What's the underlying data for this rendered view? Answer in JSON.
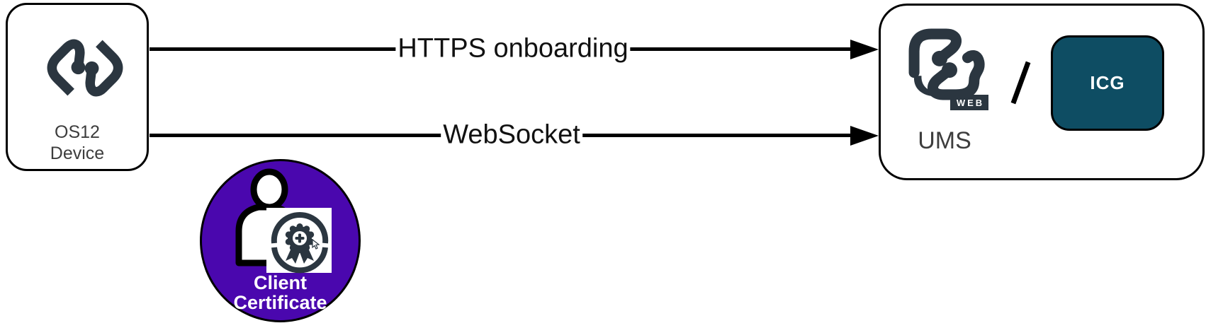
{
  "device_box": {
    "label_line1": "OS12",
    "label_line2": "Device"
  },
  "arrows": [
    {
      "label": "HTTPS onboarding"
    },
    {
      "label": "WebSocket"
    }
  ],
  "server_box": {
    "label": "UMS",
    "logo_badge": "WEB",
    "separator": "/",
    "icg_label": "ICG"
  },
  "certificate": {
    "label_line1": "Client",
    "label_line2": "Certificate"
  },
  "icons": {
    "device_logo": "igel-os-diamond-logo-icon",
    "server_logo": "igel-ums-web-logo-icon",
    "person": "person-icon",
    "seal": "certificate-seal-icon",
    "cursor": "mouse-cursor-icon"
  },
  "colors": {
    "logo_dark": "#2B3640",
    "icg_teal": "#0E4D63",
    "certificate_purple": "#4A07AE",
    "arrow_black": "#000000",
    "label_gray": "#3d3d3d",
    "background": "#ffffff"
  }
}
